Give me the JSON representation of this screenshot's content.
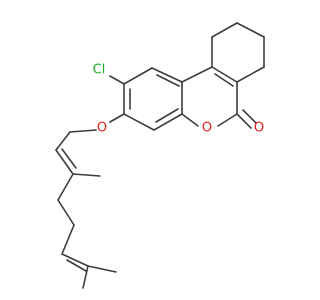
{
  "molecule": {
    "atoms": [
      {
        "id": "Cl",
        "label": "Cl",
        "color": "#1fae1f"
      },
      {
        "id": "O1",
        "label": "O",
        "color": "#e0201a"
      },
      {
        "id": "O2",
        "label": "O",
        "color": "#e0201a"
      },
      {
        "id": "O3",
        "label": "O",
        "color": "#e0201a"
      }
    ],
    "bond_color": "#3c3c3c"
  }
}
